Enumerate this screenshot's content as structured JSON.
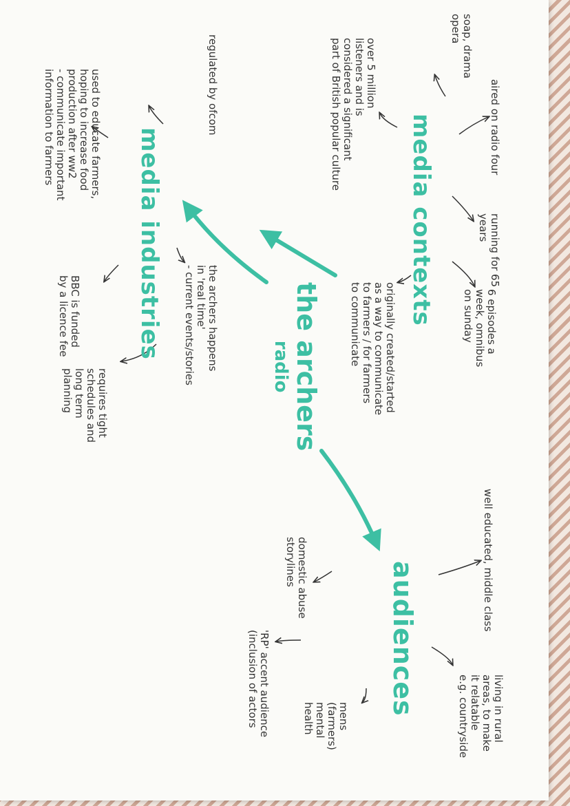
{
  "hub": {
    "title": "the archers",
    "subtitle": "radio"
  },
  "branches": {
    "media_contexts": {
      "label": "media contexts",
      "notes": {
        "aired": "aired on radio four",
        "soap": "soap, drama\nopera",
        "listeners": "over 5 million\nlisteners and is\nconsidered a significant\npart of British popular culture",
        "running": "running for 65\nyears",
        "episodes": "6 episodes a\nweek, omnibus\non sunday",
        "origin": "originally created/started\nas a way to communicate\nto farmers / for farmers\nto communicate"
      }
    },
    "media_industries": {
      "label": "media industries",
      "notes": {
        "ofcom": "regulated by ofcom",
        "educate": "used to educate farmers,\nhoping to increase food\nproduction after ww2\n- communicate important\ninformation to farmers",
        "real_time": "the archers happens\nin 'real time'\n- current events/stories",
        "bbc": "BBC is funded\nby a licence fee",
        "schedules": "requires tight\nschedules and\nlong term\nplanning"
      }
    },
    "audiences": {
      "label": "audiences",
      "notes": {
        "educated": "well educated, middle class",
        "domestic": "domestic abuse\nstorylines",
        "rural": "living in rural\nareas, to make\nit relatable\ne.g. countryside",
        "rp": "'RP' accent audience\n(inclusion of actors",
        "mens": "mens\n(farmers)\nmental\nhealth"
      }
    }
  },
  "colors": {
    "accent": "#3dbfa3",
    "ink": "#333333",
    "paper": "#fbfbf8"
  }
}
